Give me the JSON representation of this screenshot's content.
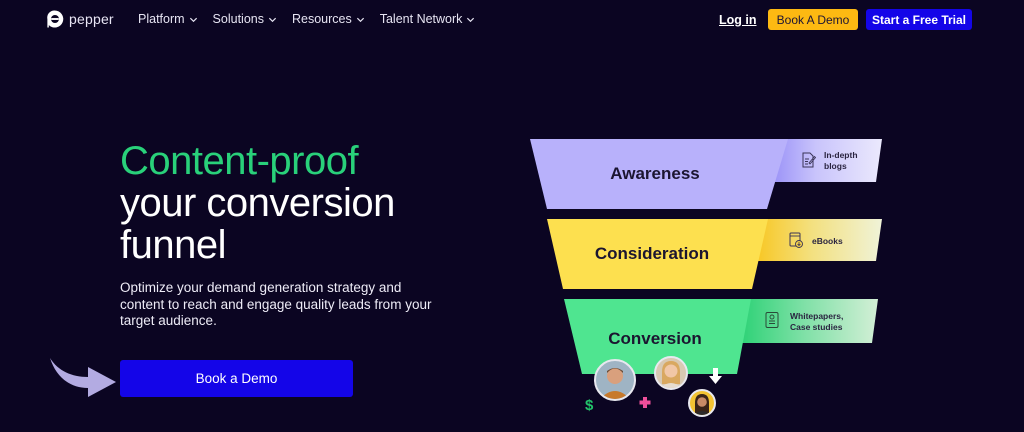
{
  "nav": {
    "logo_text": "pepper",
    "menu": [
      {
        "label": "Platform"
      },
      {
        "label": "Solutions"
      },
      {
        "label": "Resources"
      },
      {
        "label": "Talent Network"
      }
    ],
    "login_label": "Log in",
    "book_demo_label": "Book A Demo",
    "free_trial_label": "Start a Free Trial"
  },
  "hero": {
    "title_line1": "Content-proof",
    "title_line2": "your conversion",
    "title_line3": "funnel",
    "subtitle": "Optimize your demand generation strategy and content to reach and engage quality leads from your target audience.",
    "cta_label": "Book a Demo"
  },
  "funnel": {
    "stages": [
      {
        "label": "Awareness",
        "tab_line1": "In-depth",
        "tab_line2": "blogs",
        "tab_icon": "blog-edit-icon",
        "color": "#b8b1fb"
      },
      {
        "label": "Consideration",
        "tab_line1": "eBooks",
        "tab_line2": "",
        "tab_icon": "ebook-download-icon",
        "color": "#fde04f"
      },
      {
        "label": "Conversion",
        "tab_line1": "Whitepapers,",
        "tab_line2": "Case studies",
        "tab_icon": "document-profile-icon",
        "color": "#4fe590"
      }
    ],
    "decor": {
      "dollar": "$"
    }
  },
  "colors": {
    "background": "#0b0522",
    "accent_green": "#29d17a",
    "primary_blue": "#1405e8",
    "demo_yellow": "#fdb912"
  }
}
